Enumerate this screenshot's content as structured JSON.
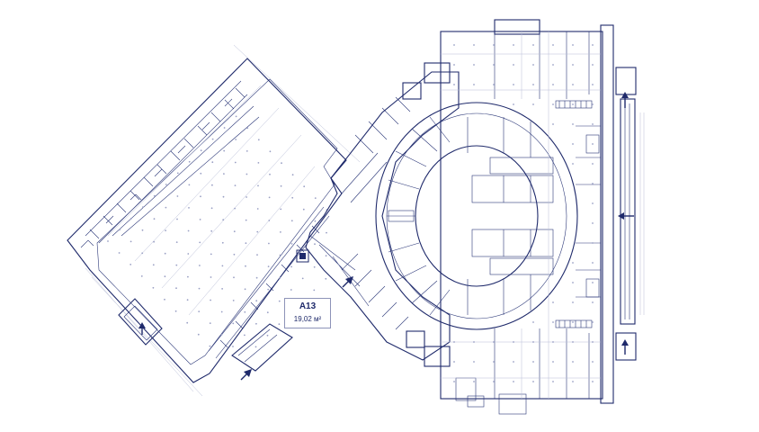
{
  "map": {
    "selected_unit": {
      "code": "A13",
      "area": "19,02 м²"
    },
    "entrances": [
      {
        "id": "entrance-east-top",
        "direction": "up"
      },
      {
        "id": "entrance-east-middle",
        "direction": "left"
      },
      {
        "id": "entrance-east-bottom",
        "direction": "up"
      },
      {
        "id": "entrance-southwest",
        "direction": "up"
      },
      {
        "id": "entrance-south-left",
        "direction": "up-right"
      },
      {
        "id": "entrance-south-right",
        "direction": "up-right"
      }
    ],
    "colors": {
      "walls": "#1f2a6b",
      "fine_lines": "#b8bdd6",
      "background": "#ffffff",
      "selected_unit": "#1f2a6b"
    }
  }
}
